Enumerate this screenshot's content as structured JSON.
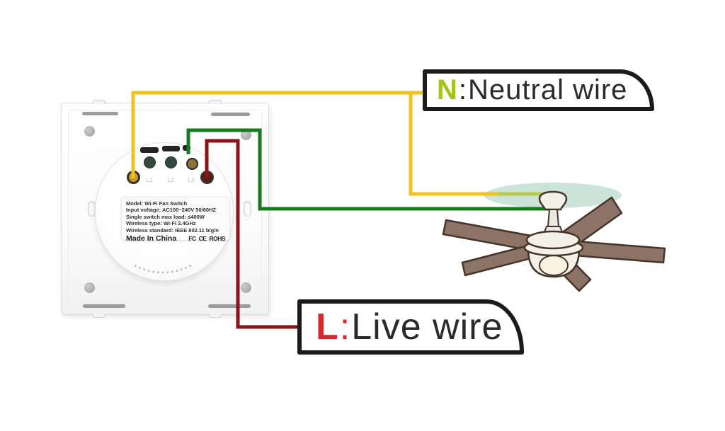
{
  "diagram": {
    "neutral_label": {
      "prefix": "N",
      "separator": ":",
      "text": "Neutral wire",
      "prefix_color": "#a4c419"
    },
    "live_label": {
      "prefix": "L",
      "separator": ":",
      "text": "Live wire",
      "prefix_color": "#d42a2d"
    },
    "switch_sticker": {
      "lines": [
        "Model: Wi-Fi Fan Switch",
        "Input voltage: AC100~240V  50/60HZ",
        "Single switch max load: ≤400W",
        "Wireless type: Wi-Fi 2.4GHz",
        "Wireless standard: IEEE 802.11 b/g/n"
      ],
      "origin": "Made In China",
      "cert_marks": [
        "FC",
        "CE",
        "ROHS"
      ]
    },
    "terminal_labels": [
      "L1",
      "L2",
      "L3"
    ],
    "wire_colors": {
      "neutral": "#f0c322",
      "neutral_over_ceiling": "#b5c94f",
      "load": "#1b7a21",
      "live": "#8c1418"
    },
    "fan": {
      "blade_color": "#8d7266",
      "ceiling_color": "#cbe3d8"
    }
  }
}
